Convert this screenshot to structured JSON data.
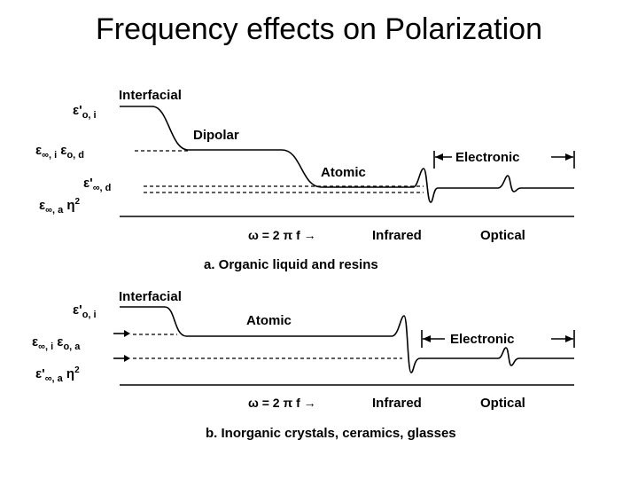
{
  "title": "Frequency effects on Polarization",
  "panel_a": {
    "regions": {
      "interfacial": "Interfacial",
      "dipolar": "Dipolar",
      "atomic": "Atomic",
      "electronic": "Electronic"
    },
    "ylabels": {
      "eps_o_i": {
        "base": "ε'",
        "sub": "o, i"
      },
      "eps_inf_i": {
        "base": "ε",
        "sub": "∞, i",
        "base2": " ε",
        "sub2": "o, d"
      },
      "eps_inf_d": {
        "base": "ε'",
        "sub": "∞, d"
      },
      "eps_inf_a": {
        "base": "ε",
        "sub": "∞, a",
        "tail": " η",
        "sup": "2"
      }
    },
    "axis": {
      "omega": "ω = 2 π f →",
      "infrared": "Infrared",
      "optical": "Optical"
    },
    "caption": "a. Organic liquid and resins"
  },
  "panel_b": {
    "regions": {
      "interfacial": "Interfacial",
      "atomic": "Atomic",
      "electronic": "Electronic"
    },
    "ylabels": {
      "eps_o_i": {
        "base": "ε'",
        "sub": "o, i"
      },
      "eps_inf_i": {
        "base": "ε",
        "sub": "∞, i",
        "base2": " ε",
        "sub2": "o, a"
      },
      "eps_inf_a": {
        "base": "ε'",
        "sub": "∞, a",
        "tail": " η",
        "sup": "2"
      }
    },
    "axis": {
      "omega": "ω = 2 π f →",
      "infrared": "Infrared",
      "optical": "Optical"
    },
    "caption": "b. Inorganic crystals, ceramics, glasses"
  }
}
